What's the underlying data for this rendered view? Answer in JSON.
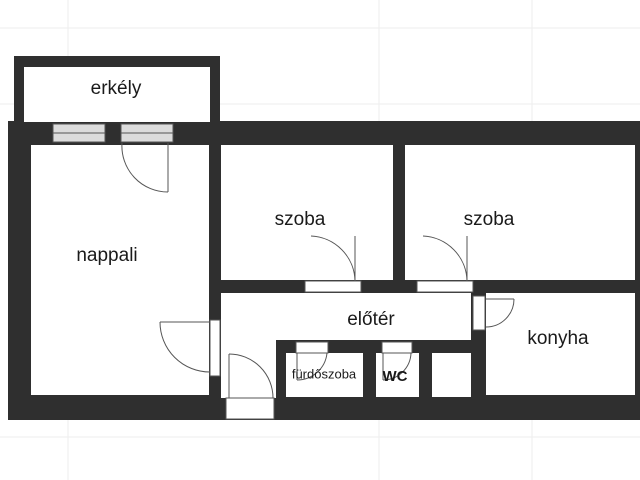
{
  "plan": {
    "colors": {
      "wall": "#2f2f2f",
      "floor": "#ffffff",
      "grid": "#eeeeee",
      "window_fill": "#dcdcdc",
      "door_line": "#555555",
      "label": "#1a1a1a"
    },
    "rooms": {
      "balcony": "erkély",
      "living_room": "nappali",
      "bedroom_1": "szoba",
      "bedroom_2": "szoba",
      "hall": "előtér",
      "kitchen": "konyha",
      "bathroom": "fürdőszoba",
      "toilet": "WC"
    }
  }
}
